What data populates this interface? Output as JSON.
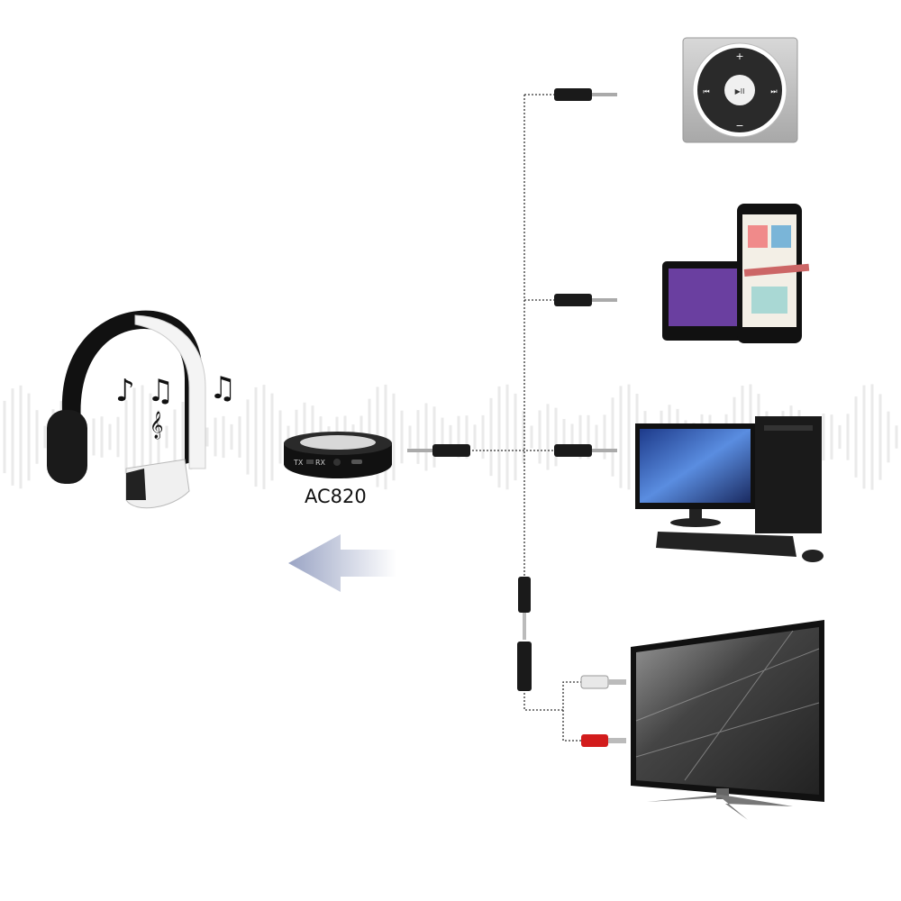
{
  "device": {
    "model_label": "AC820",
    "switch_tx": "TX",
    "switch_rx": "RX"
  },
  "notes": [
    "♪",
    "♫",
    "𝄞",
    "♫"
  ],
  "ipod": {
    "plus": "+",
    "minus": "−",
    "prev": "⏮",
    "next": "⏭",
    "play": "▶II"
  },
  "colors": {
    "line": "#333333",
    "arrow": "#b8c0d6",
    "jack": "#1a1a1a",
    "rca_red": "#d21c1c",
    "rca_white": "#e8e8e8"
  }
}
